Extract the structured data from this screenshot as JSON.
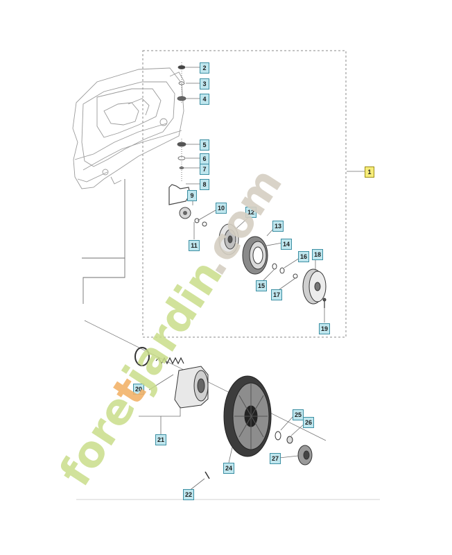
{
  "diagram": {
    "callouts": [
      {
        "id": "c1",
        "label": "1"
      },
      {
        "id": "c2",
        "label": "2"
      },
      {
        "id": "c3",
        "label": "3"
      },
      {
        "id": "c4",
        "label": "4"
      },
      {
        "id": "c5",
        "label": "5"
      },
      {
        "id": "c6",
        "label": "6"
      },
      {
        "id": "c7",
        "label": "7"
      },
      {
        "id": "c8",
        "label": "8"
      },
      {
        "id": "c9",
        "label": "9"
      },
      {
        "id": "c10",
        "label": "10"
      },
      {
        "id": "c11",
        "label": "11"
      },
      {
        "id": "c12",
        "label": "12"
      },
      {
        "id": "c13",
        "label": "13"
      },
      {
        "id": "c14",
        "label": "14"
      },
      {
        "id": "c15",
        "label": "15"
      },
      {
        "id": "c16",
        "label": "16"
      },
      {
        "id": "c17",
        "label": "17"
      },
      {
        "id": "c18",
        "label": "18"
      },
      {
        "id": "c19",
        "label": "19"
      },
      {
        "id": "c20",
        "label": "20"
      },
      {
        "id": "c21",
        "label": "21"
      },
      {
        "id": "c22",
        "label": "22"
      },
      {
        "id": "c24",
        "label": "24"
      },
      {
        "id": "c25",
        "label": "25"
      },
      {
        "id": "c26",
        "label": "26"
      },
      {
        "id": "c27",
        "label": "27"
      }
    ]
  },
  "watermark": {
    "text": "foretjardin.com",
    "colors": {
      "fore": "#c9dd8a",
      "t": "#f2b36a",
      "jardin": "#c9dd8a",
      "com": "#d5cfc3"
    }
  },
  "colors": {
    "callout_fill": "#bfe6ee",
    "callout_border": "#3c8fa3",
    "main_callout_fill": "#f6ec7a",
    "line": "#6f6f6f",
    "dash": "#8a8a8a"
  }
}
